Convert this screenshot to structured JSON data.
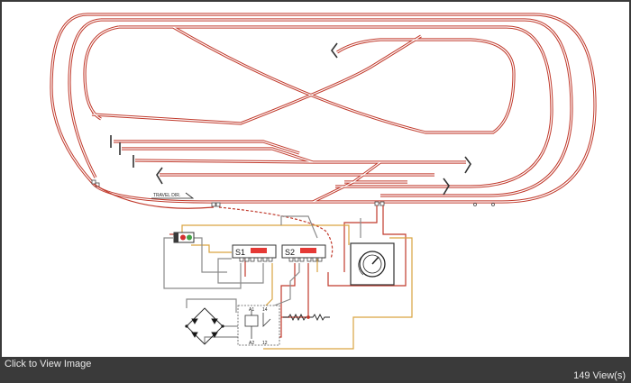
{
  "footer": {
    "cta": "Click to View Image",
    "views": "149 View(s)"
  },
  "diagram": {
    "travel_label": "TRAVEL DIR.",
    "switch_1_label": "S1",
    "switch_2_label": "S2",
    "relay_a1": "A1",
    "relay_a2": "A2",
    "relay_14": "14",
    "relay_12": "12"
  },
  "colors": {
    "track": "#c0392b",
    "wire_orange": "#d9a441",
    "wire_gray": "#8a8a8a",
    "wire_red": "#c0392b",
    "chrome": "#3a3a3a"
  }
}
